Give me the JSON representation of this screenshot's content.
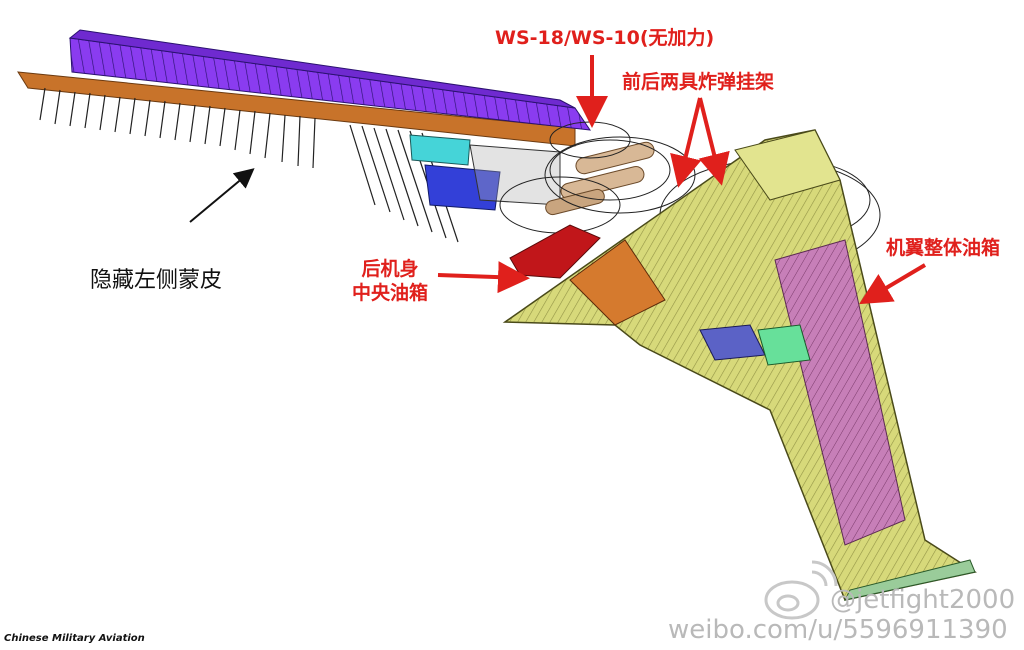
{
  "labels": {
    "engine": "WS-18/WS-10(无加力)",
    "bomb_racks": "前后两具炸弹挂架",
    "wing_tank": "机翼整体油箱",
    "rear_fuselage_1": "后机身",
    "rear_fuselage_2": "中央油箱",
    "hidden_skin": "隐藏左侧蒙皮"
  },
  "credit": "Chinese Military Aviation",
  "watermark": {
    "handle": "@jetfight2000",
    "url": "weibo.com/u/5596911390"
  },
  "colors": {
    "annotation_red": "#e0201c",
    "fuselage_purple": "#8a3cf0",
    "wing_yellow": "#d7d97a",
    "fuel_pink": "#c77fb8",
    "rear_tank_red": "#c1161a",
    "orange_panel": "#d57a2e",
    "cyan_panel": "#45d4d8",
    "blue_panel": "#3340d8",
    "green_panel": "#67e09a",
    "skin_orange": "#c8732a"
  }
}
